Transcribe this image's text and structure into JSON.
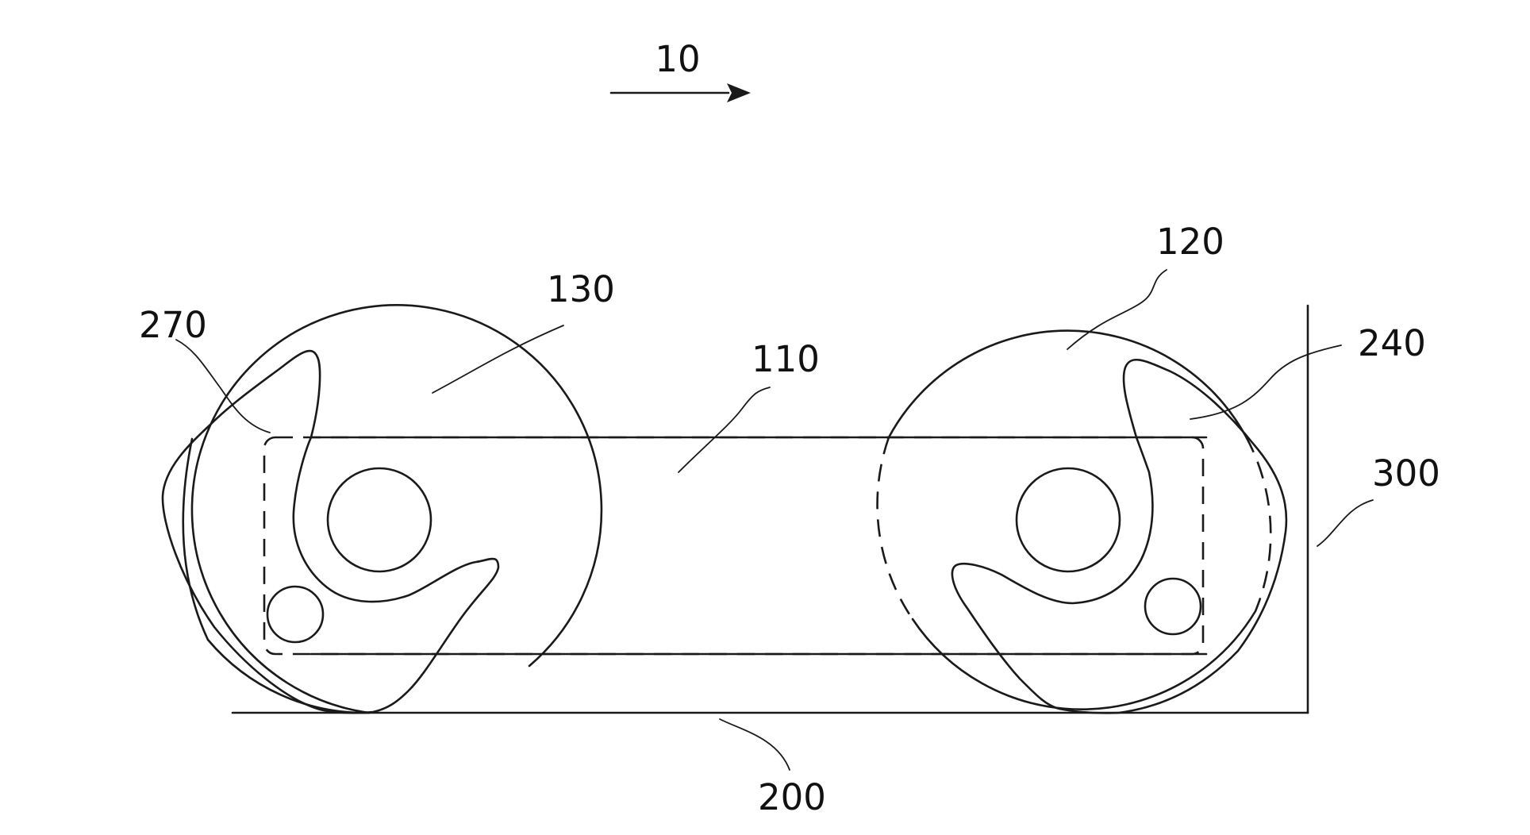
{
  "labels": {
    "direction": "10",
    "body": "110",
    "front_wheel": "120",
    "rear_wheel": "130",
    "ground": "200",
    "front_cam": "240",
    "rear_cam": "270",
    "wall": "300"
  },
  "colors": {
    "line": "#1a1a1a",
    "background": "#ffffff"
  }
}
